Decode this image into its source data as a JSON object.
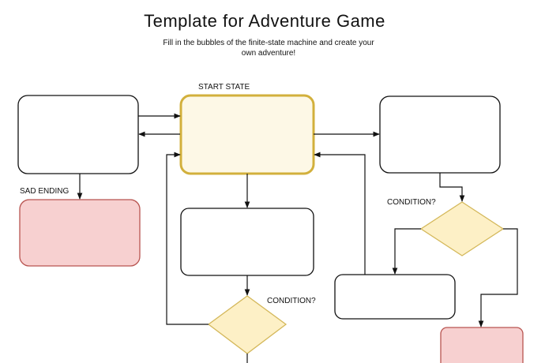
{
  "title": "Template for Adventure Game",
  "subtitle": "Fill in the bubbles of the finite-state machine and create your own adventure!",
  "labels": {
    "start_state": "START STATE",
    "sad_ending": "SAD ENDING",
    "condition_right": "CONDITION?",
    "condition_center": "CONDITION?"
  },
  "colors": {
    "start_fill": "#fdf8e6",
    "start_stroke": "#d2b03c",
    "diamond_fill": "#fdf0c6",
    "diamond_stroke": "#d4b85a",
    "ending_fill": "#f7d0d0",
    "ending_stroke": "#b85450",
    "line": "#111111"
  }
}
